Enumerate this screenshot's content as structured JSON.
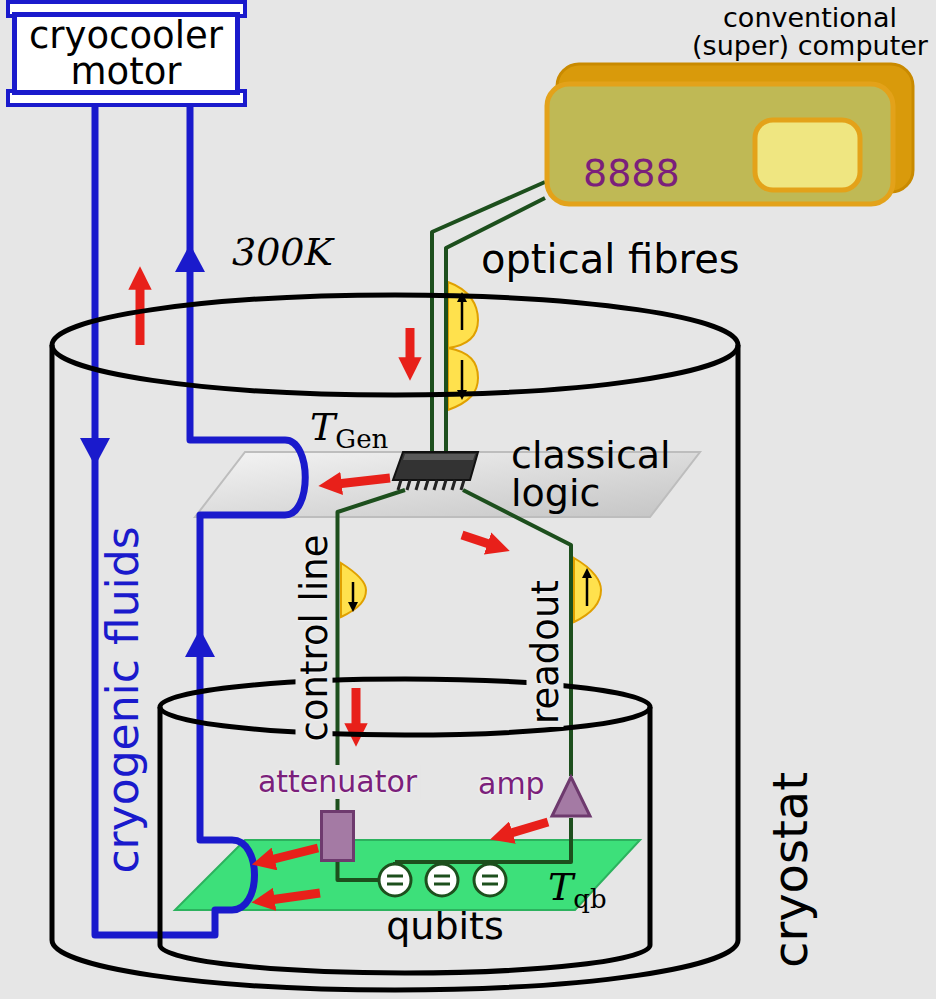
{
  "diagram": {
    "nodes": [
      {
        "text": [
          "cryocooler motor"
        ]
      },
      {
        "text": [
          "conventional (super) computer",
          "8888"
        ]
      },
      {
        "text": [
          "cryostat"
        ]
      },
      {
        "text": [
          "classical logic"
        ],
        "in": 2
      },
      {
        "text": [
          "attenuator"
        ],
        "in": 2
      },
      {
        "text": [
          "amp"
        ],
        "in": 2
      },
      {
        "text": [
          "qubits"
        ],
        "in": 2
      }
    ],
    "edges": [
      {
        "from": 1,
        "to": 3,
        "arrow": "none",
        "label": "optical fibres"
      },
      {
        "from": 3,
        "to": 4,
        "arrow": "none",
        "label": "control line"
      },
      {
        "from": 4,
        "to": 6,
        "arrow": "none"
      },
      {
        "from": 6,
        "to": 5,
        "arrow": "none"
      },
      {
        "from": 5,
        "to": 3,
        "arrow": "none",
        "label": "readout"
      }
    ],
    "labels": [
      "300K",
      "TGen",
      "Tqb",
      "cryogenic fluids"
    ]
  }
}
